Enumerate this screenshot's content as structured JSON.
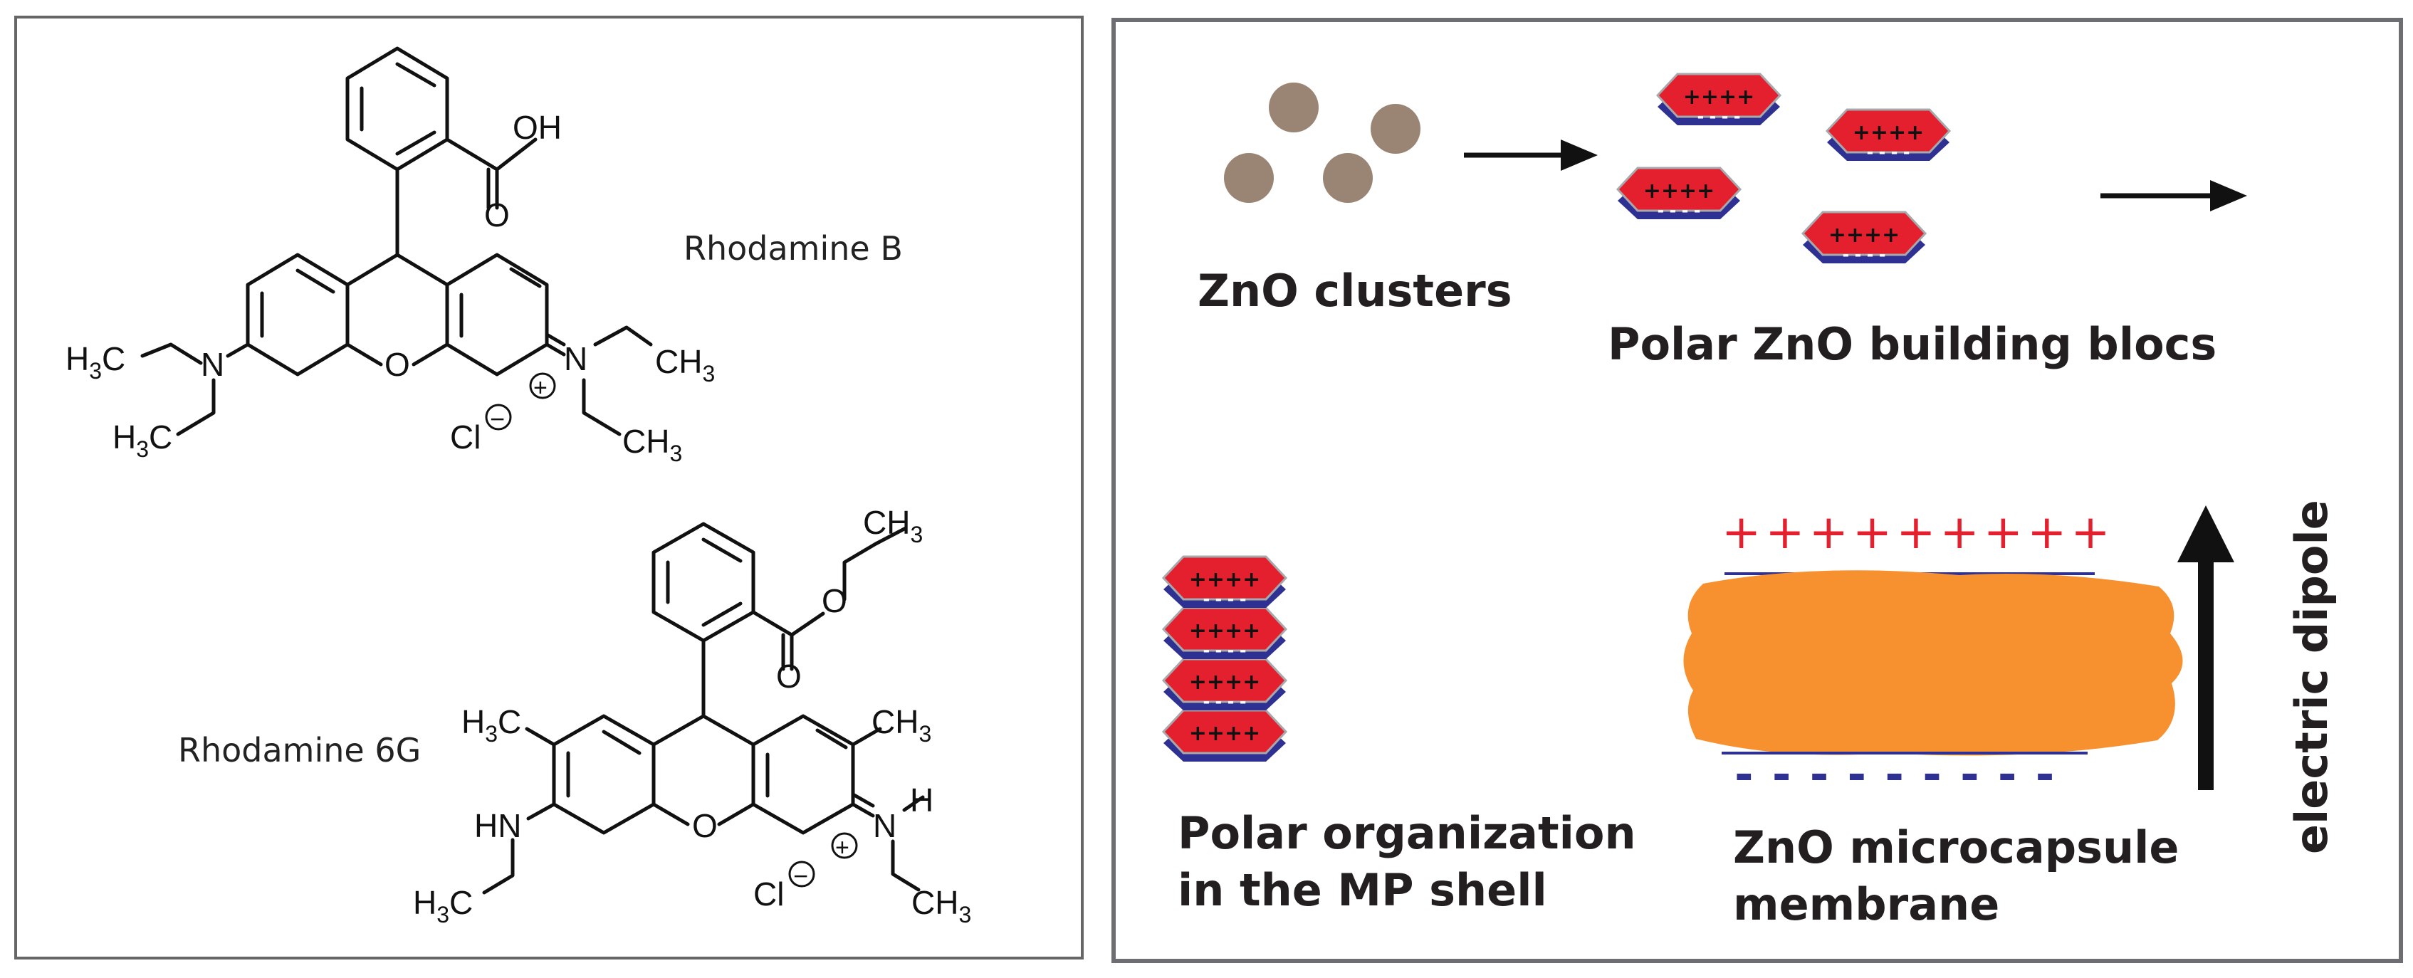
{
  "left": {
    "rhodamine_b": {
      "name": "Rhodamine B",
      "atoms": {
        "oh": "OH",
        "carbonyl_o": "O",
        "ring_o": "O",
        "left_n": "N",
        "right_n": "N",
        "h3c_top": "H",
        "h3c_top_sub": "3",
        "h3c_top_c": "C",
        "h3c_bottom": "H",
        "h3c_bottom_sub": "3",
        "h3c_bottom_c": "C",
        "ch3_right_top": "CH",
        "ch3_right_top_sub": "3",
        "ch3_right_bottom": "CH",
        "ch3_right_bottom_sub": "3",
        "chloride": "Cl",
        "minus": "−",
        "plus": "+"
      }
    },
    "rhodamine_6g": {
      "name": "Rhodamine 6G",
      "atoms": {
        "ch3_ester": "CH",
        "ch3_ester_sub": "3",
        "ester_o": "O",
        "carbonyl_o": "O",
        "ring_o": "O",
        "h3c_left": "H",
        "h3c_left_sub": "3",
        "h3c_left_c": "C",
        "ch3_right": "CH",
        "ch3_right_sub": "3",
        "hn": "HN",
        "n_right": "N",
        "h_right": "H",
        "h3c_bottom": "H",
        "h3c_bottom_sub": "3",
        "h3c_bottom_c": "C",
        "ch3_bottom_right": "CH",
        "ch3_bottom_right_sub": "3",
        "chloride": "Cl",
        "minus": "−",
        "plus": "+"
      }
    }
  },
  "right": {
    "labels": {
      "zno_clusters": "ZnO clusters",
      "polar_blocs": "Polar ZnO building blocs",
      "polar_org_line1": "Polar organization",
      "polar_org_line2": "in the MP shell",
      "microcapsule_line1": "ZnO microcapsule",
      "microcapsule_line2": "membrane",
      "electric_dipole": "electric dipole"
    },
    "block_charge": "++++",
    "top_charges": "+++++++++",
    "bottom_charges": "- - - - - - - - -",
    "colors": {
      "cluster": "#9a8474",
      "block_red": "#e5202e",
      "block_blue": "#2e3192",
      "membrane": "#f7902f",
      "plus_red": "#e5202e",
      "minus_blue": "#2e3192",
      "frame": "#555555"
    }
  }
}
